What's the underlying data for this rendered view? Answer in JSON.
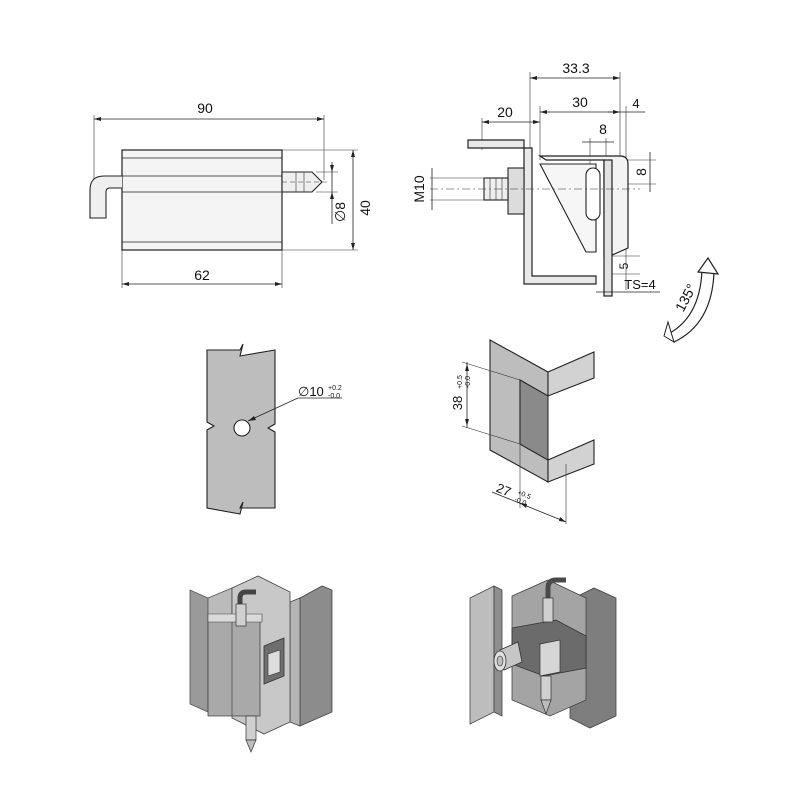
{
  "top_left_view": {
    "dim_overall_length": "90",
    "dim_body_length": "62",
    "dim_pin_diameter": "∅8",
    "dim_height": "40"
  },
  "top_right_view": {
    "dim_total_offset": "33.3",
    "dim_flange": "20",
    "dim_span": "30",
    "dim_plate": "4",
    "dim_slot_width": "8",
    "dim_slot_height": "8",
    "dim_thread": "M10",
    "dim_gap": "5",
    "dim_thickness": "TS=4",
    "dim_angle": "135°"
  },
  "mid_left_view": {
    "dim_hole_diameter": "∅10",
    "tol_upper": "+0.2",
    "tol_lower": "-0.0"
  },
  "mid_right_view": {
    "dim_height": "38",
    "dim_height_tol_upper": "+0.5",
    "dim_height_tol_lower": "-0.0",
    "dim_width": "27",
    "dim_width_tol_upper": "+0.5",
    "dim_width_tol_lower": "-0.0"
  },
  "colors": {
    "line": "#222222",
    "part_fill": "#bdbdbd",
    "part_dark": "#8a8a8a",
    "part_light": "#d6d6d6"
  }
}
